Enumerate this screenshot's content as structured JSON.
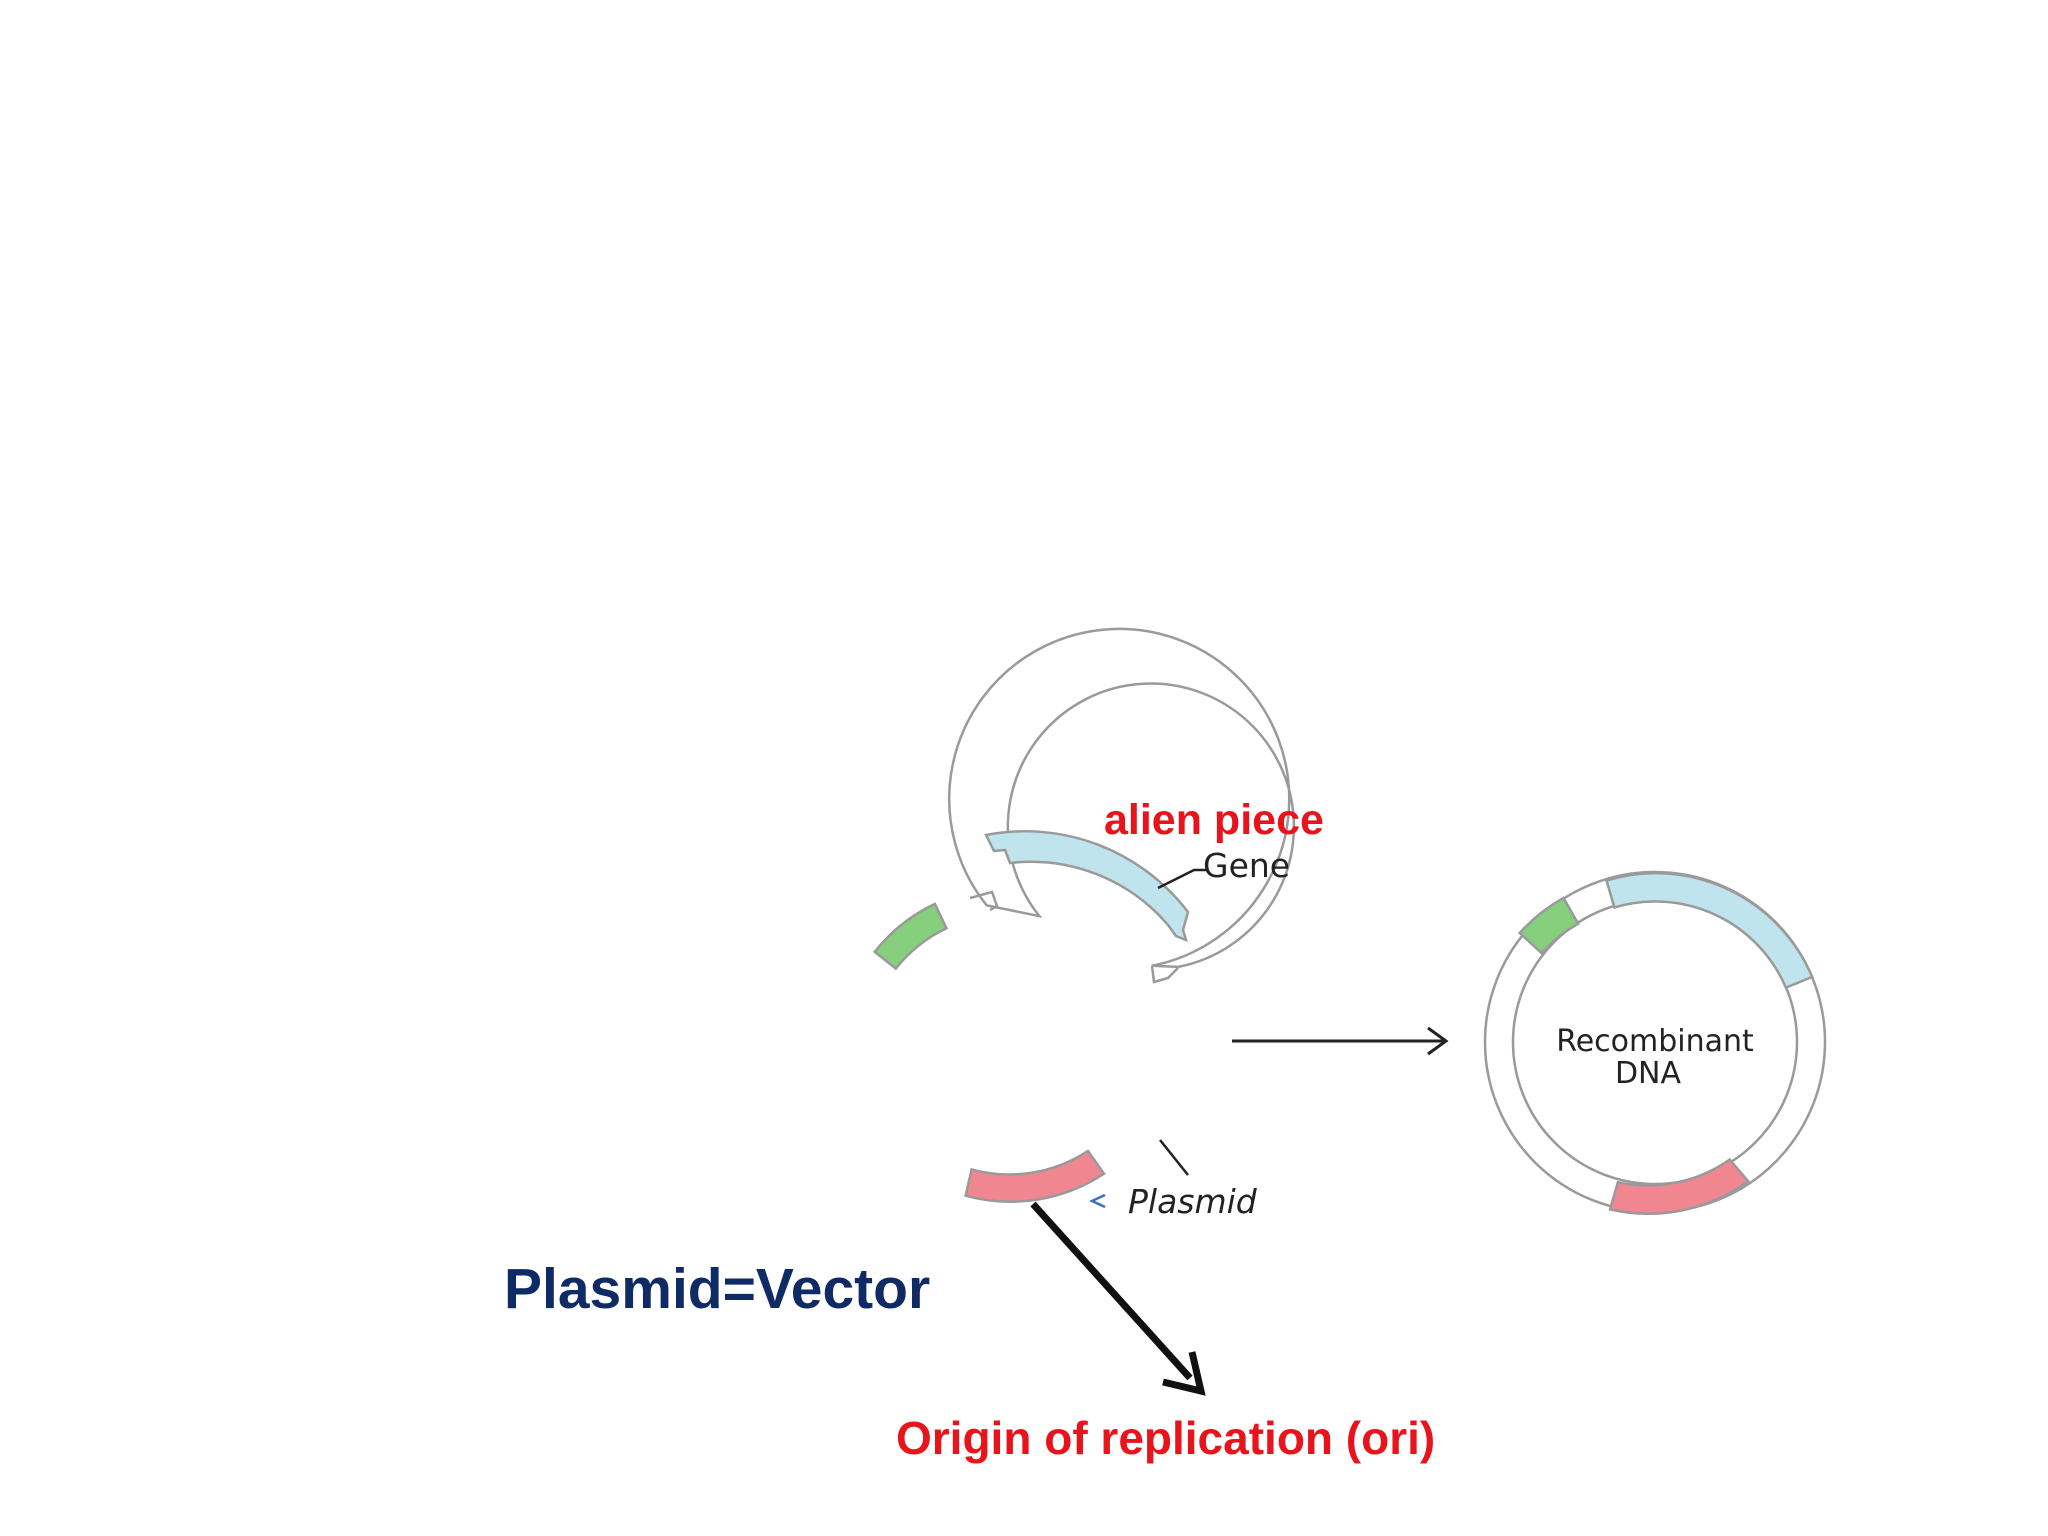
{
  "labels": {
    "alien_piece": "alien piece",
    "gene": "Gene",
    "plasmid": "Plasmid",
    "recombinant_line1": "Recombinant",
    "recombinant_line2": "DNA",
    "plasmid_vector": "Plasmid=Vector",
    "ori": "Origin of replication (ori)"
  },
  "colors": {
    "red_label": "#e8141c",
    "navy_label": "#0f2b66",
    "gene_segment": "#bfe4ee",
    "marker_segment": "#86cf7c",
    "ori_segment": "#f0868f",
    "ring_outline": "#9a9a9a",
    "arrow": "#1a1a1a",
    "small_arrow": "#3a6fc4"
  }
}
